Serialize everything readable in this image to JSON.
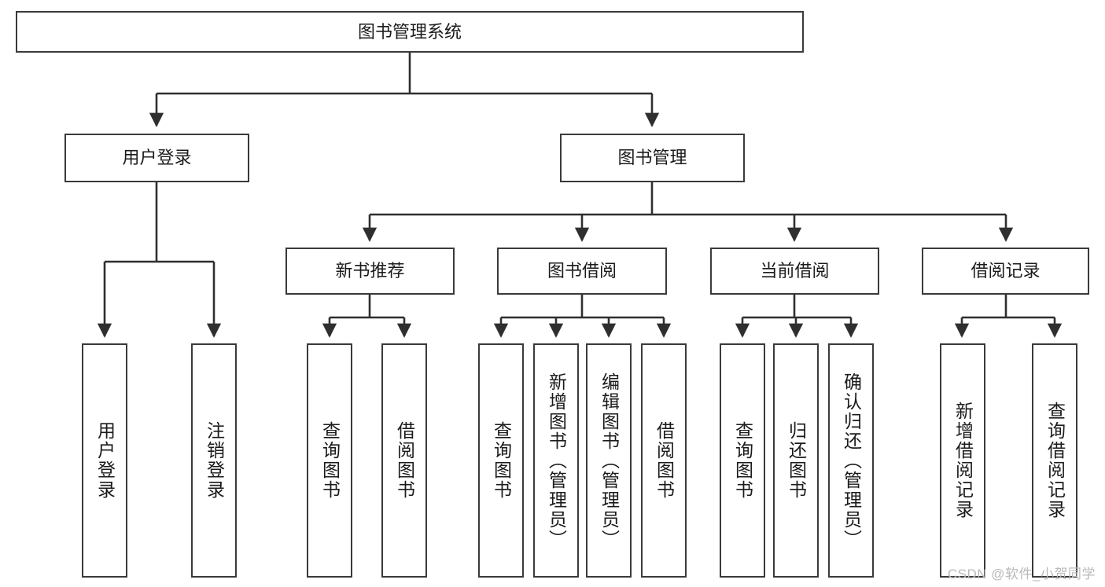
{
  "diagram": {
    "type": "tree-hierarchy",
    "title": "图书管理系统",
    "watermark": "CSDN @软件_小贺同学",
    "colors": {
      "box_border": "#3a3a3a",
      "box_fill": "#ffffff",
      "connector": "#2f2f2f",
      "text": "#1b1b1b",
      "watermark": "#b9b9b9",
      "background": "#ffffff"
    },
    "nodes": {
      "root": {
        "label": "图书管理系统",
        "level": 0,
        "orientation": "horizontal"
      },
      "user_login": {
        "label": "用户登录",
        "level": 1,
        "orientation": "horizontal"
      },
      "book_manage": {
        "label": "图书管理",
        "level": 1,
        "orientation": "horizontal"
      },
      "new_book_rec": {
        "label": "新书推荐",
        "level": 2,
        "orientation": "horizontal"
      },
      "book_borrow": {
        "label": "图书借阅",
        "level": 2,
        "orientation": "horizontal"
      },
      "current_borrow": {
        "label": "当前借阅",
        "level": 2,
        "orientation": "horizontal"
      },
      "borrow_record": {
        "label": "借阅记录",
        "level": 2,
        "orientation": "horizontal"
      },
      "leaf_user_login": {
        "label": "用户登录",
        "level": 3,
        "orientation": "vertical"
      },
      "leaf_logout": {
        "label": "注销登录",
        "level": 3,
        "orientation": "vertical"
      },
      "leaf_query_book_1": {
        "label": "查询图书",
        "level": 3,
        "orientation": "vertical"
      },
      "leaf_borrow_book_1": {
        "label": "借阅图书",
        "level": 3,
        "orientation": "vertical"
      },
      "leaf_query_book_2": {
        "label": "查询图书",
        "level": 3,
        "orientation": "vertical"
      },
      "leaf_add_book": {
        "label": "新增图书（管理员）",
        "level": 3,
        "orientation": "vertical"
      },
      "leaf_edit_book": {
        "label": "编辑图书（管理员）",
        "level": 3,
        "orientation": "vertical"
      },
      "leaf_borrow_book_2": {
        "label": "借阅图书",
        "level": 3,
        "orientation": "vertical"
      },
      "leaf_query_book_3": {
        "label": "查询图书",
        "level": 3,
        "orientation": "vertical"
      },
      "leaf_return_book": {
        "label": "归还图书",
        "level": 3,
        "orientation": "vertical"
      },
      "leaf_confirm_return": {
        "label": "确认归还（管理员）",
        "level": 3,
        "orientation": "vertical"
      },
      "leaf_add_record": {
        "label": "新增借阅记录",
        "level": 3,
        "orientation": "vertical"
      },
      "leaf_query_record": {
        "label": "查询借阅记录",
        "level": 3,
        "orientation": "vertical"
      }
    },
    "edges": [
      {
        "from": "root",
        "to": "user_login"
      },
      {
        "from": "root",
        "to": "book_manage"
      },
      {
        "from": "user_login",
        "to": "leaf_user_login"
      },
      {
        "from": "user_login",
        "to": "leaf_logout"
      },
      {
        "from": "book_manage",
        "to": "new_book_rec"
      },
      {
        "from": "book_manage",
        "to": "book_borrow"
      },
      {
        "from": "book_manage",
        "to": "current_borrow"
      },
      {
        "from": "book_manage",
        "to": "borrow_record"
      },
      {
        "from": "new_book_rec",
        "to": "leaf_query_book_1"
      },
      {
        "from": "new_book_rec",
        "to": "leaf_borrow_book_1"
      },
      {
        "from": "book_borrow",
        "to": "leaf_query_book_2"
      },
      {
        "from": "book_borrow",
        "to": "leaf_add_book"
      },
      {
        "from": "book_borrow",
        "to": "leaf_edit_book"
      },
      {
        "from": "book_borrow",
        "to": "leaf_borrow_book_2"
      },
      {
        "from": "current_borrow",
        "to": "leaf_query_book_3"
      },
      {
        "from": "current_borrow",
        "to": "leaf_return_book"
      },
      {
        "from": "current_borrow",
        "to": "leaf_confirm_return"
      },
      {
        "from": "borrow_record",
        "to": "leaf_add_record"
      },
      {
        "from": "borrow_record",
        "to": "leaf_query_record"
      }
    ]
  }
}
